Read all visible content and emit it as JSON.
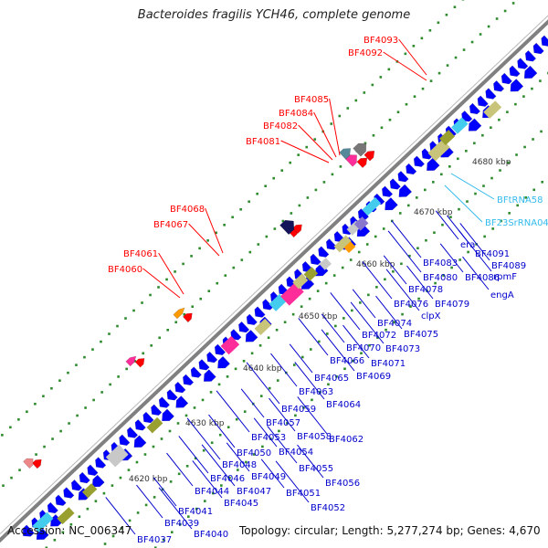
{
  "title": "Bacteroides fragilis YCH46, complete genome",
  "footer": {
    "accession": "Accession: NC_006347",
    "topology": "Topology: circular; Length: 5,277,274 bp; Genes: 4,670"
  },
  "colors": {
    "background": "#ffffff",
    "backbone": "#808080",
    "forward_gene": "#ff0000",
    "reverse_gene": "#0000ff",
    "label_forward": "#ff0000",
    "label_reverse": "#0000cc",
    "label_rna": "#33bbee",
    "tick_dot": "#2e8b2e",
    "pink": "#ff2d9a",
    "cyan": "#44ccee",
    "olive": "#9aa030",
    "khaki": "#c8c47a",
    "lightgray": "#c8c8c8",
    "navy": "#14145a",
    "orange": "#ff9a00"
  },
  "scale_labels": [
    "4620 kbp",
    "4630 kbp",
    "4640 kbp",
    "4650 kbp",
    "4660 kbp",
    "4670 kbp",
    "4680 kbp"
  ],
  "forward_labels": [
    "BF4093",
    "BF4092",
    "BF4085",
    "BF4084",
    "BF4082",
    "BF4081",
    "BF4068",
    "BF4067",
    "BF4061",
    "BF4060"
  ],
  "rna_labels": [
    "BFtRNA58",
    "BF23SrRNA04"
  ],
  "reverse_labels": [
    "era",
    "BF4091",
    "BF4089",
    "rpmF",
    "BF4086",
    "engA",
    "BF4083",
    "BF4080",
    "BF4078",
    "BF4079",
    "BF4076",
    "clpX",
    "BF4074",
    "BF4075",
    "BF4072",
    "BF4073",
    "BF4070",
    "BF4071",
    "BF4066",
    "BF4069",
    "BF4065",
    "BF4063",
    "BF4064",
    "BF4059",
    "BF4057",
    "BF4058",
    "BF4062",
    "BF4053",
    "BF4054",
    "BF4050",
    "BF4055",
    "BF4048",
    "BF4049",
    "BF4056",
    "BF4046",
    "BF4047",
    "BF4051",
    "BF4044",
    "BF4045",
    "BF4052",
    "BF4041",
    "BF4039",
    "BF4037",
    "BF4040"
  ],
  "icons": {
    "forward": "arrow-right",
    "reverse": "arrow-left"
  }
}
